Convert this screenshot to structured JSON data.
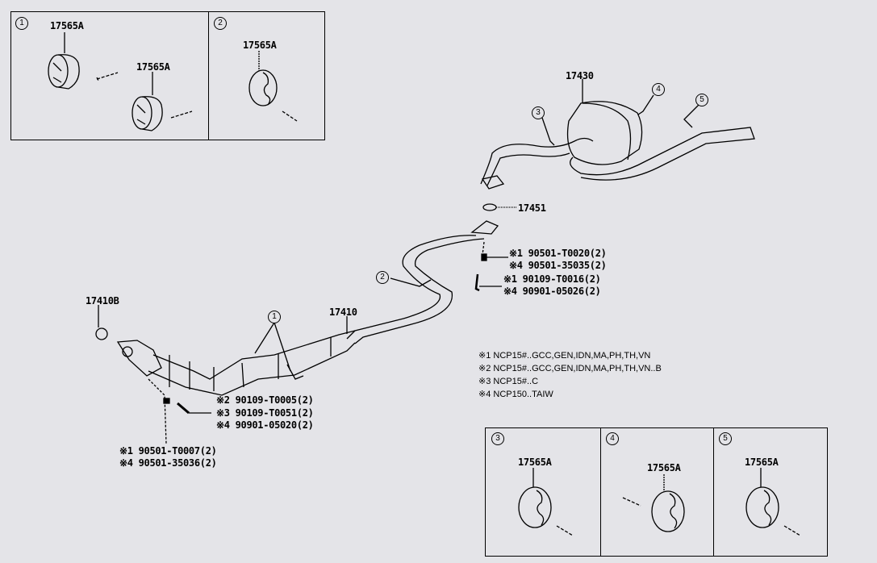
{
  "diagram": {
    "title": "Exhaust pipe parts diagram",
    "insets": [
      {
        "id": "1",
        "marker": "1",
        "labels": [
          "17565A",
          "17565A"
        ]
      },
      {
        "id": "2",
        "marker": "2",
        "labels": [
          "17565A"
        ]
      },
      {
        "id": "3",
        "marker": "3",
        "labels": [
          "17565A"
        ]
      },
      {
        "id": "4",
        "marker": "4",
        "labels": [
          "17565A"
        ]
      },
      {
        "id": "5",
        "marker": "5",
        "labels": [
          "17565A"
        ]
      }
    ],
    "parts": {
      "tail_pipe": "17430",
      "gasket": "17451",
      "front_pipe": "17410",
      "gasket_front": "17410B"
    },
    "callouts": {
      "c1_main": "1",
      "c2_main": "2",
      "c3_main": "3",
      "c4_main": "4",
      "c5_main": "5"
    },
    "fasteners_upper": [
      "※1 90501-T0020(2)",
      "※4 90501-35035(2)",
      "※1 90109-T0016(2)",
      "※4 90901-05026(2)"
    ],
    "fasteners_lower_bolt": [
      "※2 90109-T0005(2)",
      "※3 90109-T0051(2)",
      "※4 90901-05020(2)"
    ],
    "fasteners_lower_nut": [
      "※1 90501-T0007(2)",
      "※4 90501-35036(2)"
    ],
    "notes": [
      "※1 NCP15#..GCC,GEN,IDN,MA,PH,TH,VN",
      "※2 NCP15#..GCC,GEN,IDN,MA,PH,TH,VN..B",
      "※3 NCP15#..C",
      "※4 NCP150..TAIW"
    ]
  }
}
